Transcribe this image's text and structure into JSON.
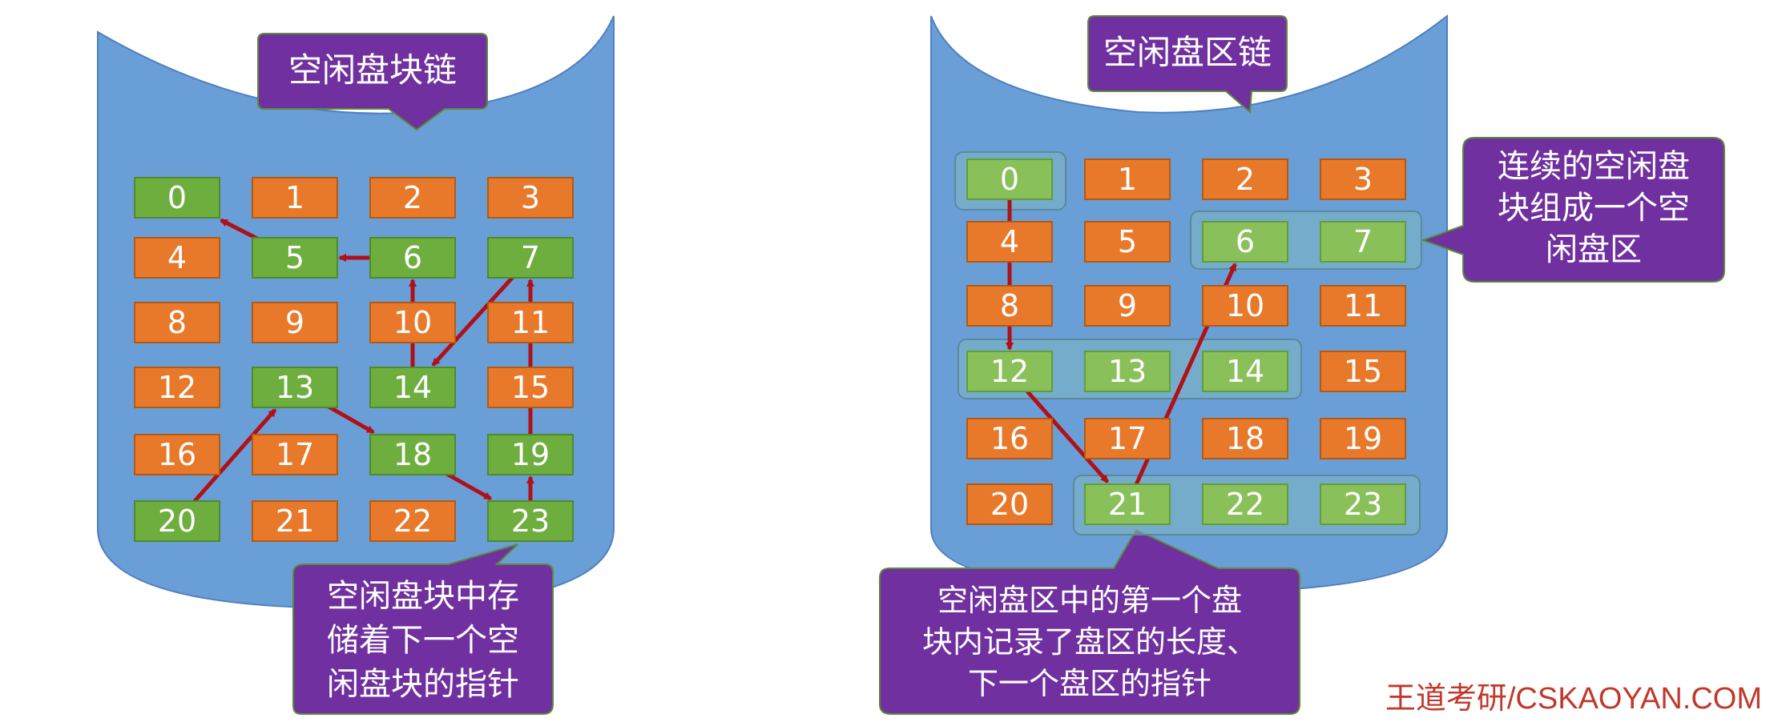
{
  "left_panel": {
    "title": "空闲盘块链",
    "callout": [
      "空闲盘块中存",
      "储着下一个空",
      "闲盘块的指针"
    ],
    "blocks": [
      {
        "n": "0",
        "free": true
      },
      {
        "n": "1",
        "free": false
      },
      {
        "n": "2",
        "free": false
      },
      {
        "n": "3",
        "free": false
      },
      {
        "n": "4",
        "free": false
      },
      {
        "n": "5",
        "free": true
      },
      {
        "n": "6",
        "free": true
      },
      {
        "n": "7",
        "free": true
      },
      {
        "n": "8",
        "free": false
      },
      {
        "n": "9",
        "free": false
      },
      {
        "n": "10",
        "free": false
      },
      {
        "n": "11",
        "free": false
      },
      {
        "n": "12",
        "free": false
      },
      {
        "n": "13",
        "free": true
      },
      {
        "n": "14",
        "free": true
      },
      {
        "n": "15",
        "free": false
      },
      {
        "n": "16",
        "free": false
      },
      {
        "n": "17",
        "free": false
      },
      {
        "n": "18",
        "free": true
      },
      {
        "n": "19",
        "free": true
      },
      {
        "n": "20",
        "free": true
      },
      {
        "n": "21",
        "free": false
      },
      {
        "n": "22",
        "free": false
      },
      {
        "n": "23",
        "free": true
      }
    ],
    "chain": [
      "20",
      "13",
      "18",
      "23",
      "19",
      "7",
      "14",
      "6",
      "5",
      "0"
    ]
  },
  "right_panel": {
    "title": "空闲盘区链",
    "side_callout": [
      "连续的空闲盘",
      "块组成一个空",
      "闲盘区"
    ],
    "bottom_callout": [
      "空闲盘区中的第一个盘",
      "块内记录了盘区的长度、",
      "下一个盘区的指针"
    ],
    "blocks": [
      {
        "n": "0",
        "free": true
      },
      {
        "n": "1",
        "free": false
      },
      {
        "n": "2",
        "free": false
      },
      {
        "n": "3",
        "free": false
      },
      {
        "n": "4",
        "free": false
      },
      {
        "n": "5",
        "free": false
      },
      {
        "n": "6",
        "free": true
      },
      {
        "n": "7",
        "free": true
      },
      {
        "n": "8",
        "free": false
      },
      {
        "n": "9",
        "free": false
      },
      {
        "n": "10",
        "free": false
      },
      {
        "n": "11",
        "free": false
      },
      {
        "n": "12",
        "free": true
      },
      {
        "n": "13",
        "free": true
      },
      {
        "n": "14",
        "free": true
      },
      {
        "n": "15",
        "free": false
      },
      {
        "n": "16",
        "free": false
      },
      {
        "n": "17",
        "free": false
      },
      {
        "n": "18",
        "free": false
      },
      {
        "n": "19",
        "free": false
      },
      {
        "n": "20",
        "free": false
      },
      {
        "n": "21",
        "free": true
      },
      {
        "n": "22",
        "free": true
      },
      {
        "n": "23",
        "free": true
      }
    ],
    "extents": [
      [
        "0"
      ],
      [
        "6",
        "7"
      ],
      [
        "12",
        "13",
        "14"
      ],
      [
        "21",
        "22",
        "23"
      ]
    ],
    "chain": [
      "0",
      "12",
      "21",
      "6"
    ]
  },
  "footer": "王道考研/CSKAOYAN.COM",
  "colors": {
    "disk": "#6a9ed6",
    "disk_edge": "#4f7fbf",
    "used_block": "#e8792b",
    "free_block": "#6eae3e",
    "callout": "#7030a0",
    "arrow": "#b01018"
  }
}
